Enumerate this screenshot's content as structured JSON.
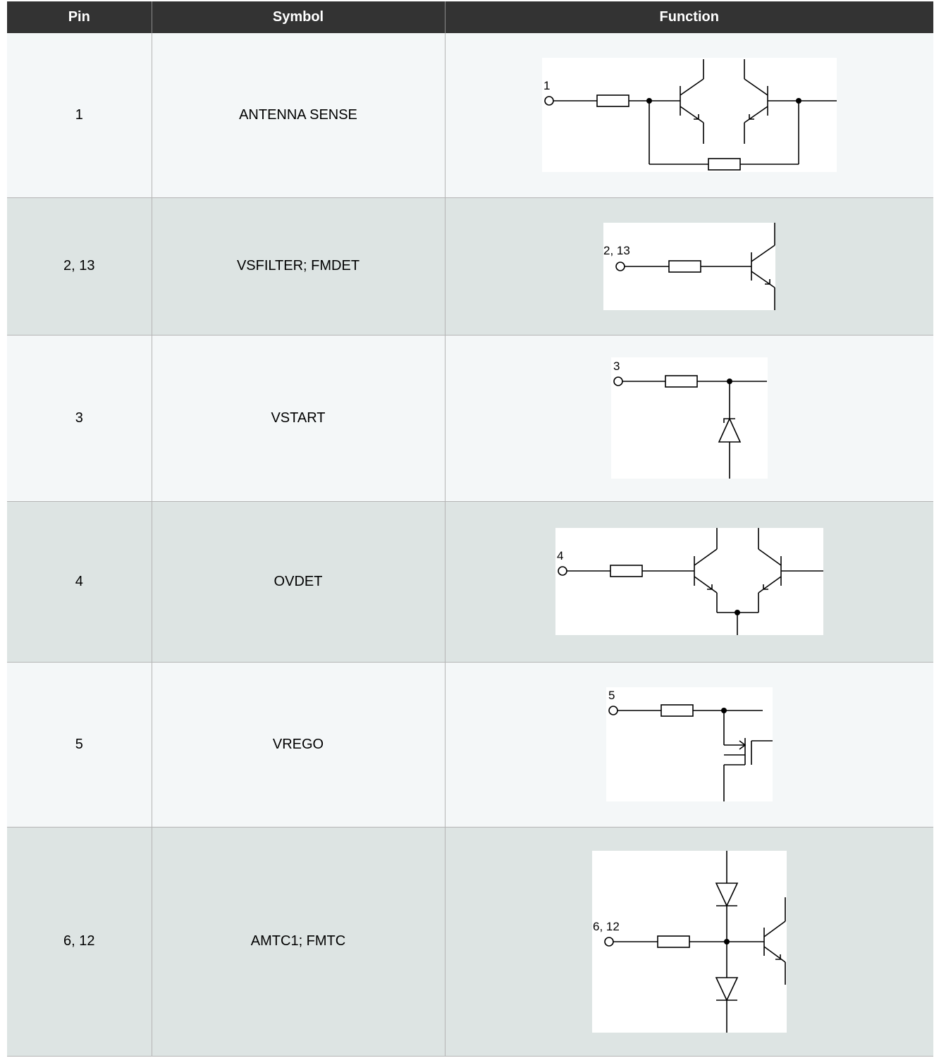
{
  "table": {
    "headers": [
      "Pin",
      "Symbol",
      "Function"
    ],
    "rows": [
      {
        "pin": "1",
        "symbol": "ANTENNA SENSE",
        "circuit_label": "1"
      },
      {
        "pin": "2, 13",
        "symbol": "VSFILTER; FMDET",
        "circuit_label": "2, 13"
      },
      {
        "pin": "3",
        "symbol": "VSTART",
        "circuit_label": "3"
      },
      {
        "pin": "4",
        "symbol": "OVDET",
        "circuit_label": "4"
      },
      {
        "pin": "5",
        "symbol": "VREGO",
        "circuit_label": "5"
      },
      {
        "pin": "6, 12",
        "symbol": "AMTC1; FMTC",
        "circuit_label": "6, 12"
      }
    ]
  }
}
